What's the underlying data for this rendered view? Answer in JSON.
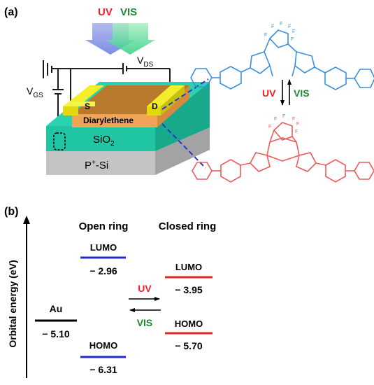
{
  "colors": {
    "uv": "#e8242a",
    "vis": "#1e8a35",
    "open_form": "#3a8fe0",
    "closed_form": "#ee5a5a",
    "lumo_open": "#1f2bd0",
    "homo_open": "#1f2bd0",
    "closed_levels": "#e8242a",
    "gold": "#e7e317",
    "dielectric": "#20c6a3",
    "substrate": "#c4c4c4",
    "film": "#c68637",
    "dash_line": "#2436c8"
  },
  "panel_a": {
    "label": "(a)",
    "uv": "UV",
    "vis": "VIS",
    "vds": "V",
    "vds_sub": "DS",
    "vgs": "V",
    "vgs_sub": "GS",
    "source": "S",
    "drain": "D",
    "film": "Diarylethene",
    "oxide": "SiO",
    "oxide_sub": "2",
    "substrate_pre": "P",
    "substrate_sup": "+",
    "substrate_post": "-Si",
    "switch_uv": "UV",
    "switch_vis": "VIS",
    "f_label": "F"
  },
  "panel_b": {
    "label": "(b)",
    "y_axis": "Orbital energy (eV)",
    "open_title": "Open ring",
    "closed_title": "Closed ring",
    "au_label": "Au",
    "au_value": "− 5.10",
    "open_lumo_label": "LUMO",
    "open_lumo_value": "− 2.96",
    "open_homo_label": "HOMO",
    "open_homo_value": "− 6.31",
    "closed_lumo_label": "LUMO",
    "closed_lumo_value": "− 3.95",
    "closed_homo_label": "HOMO",
    "closed_homo_value": "− 5.70",
    "uv": "UV",
    "vis": "VIS"
  }
}
